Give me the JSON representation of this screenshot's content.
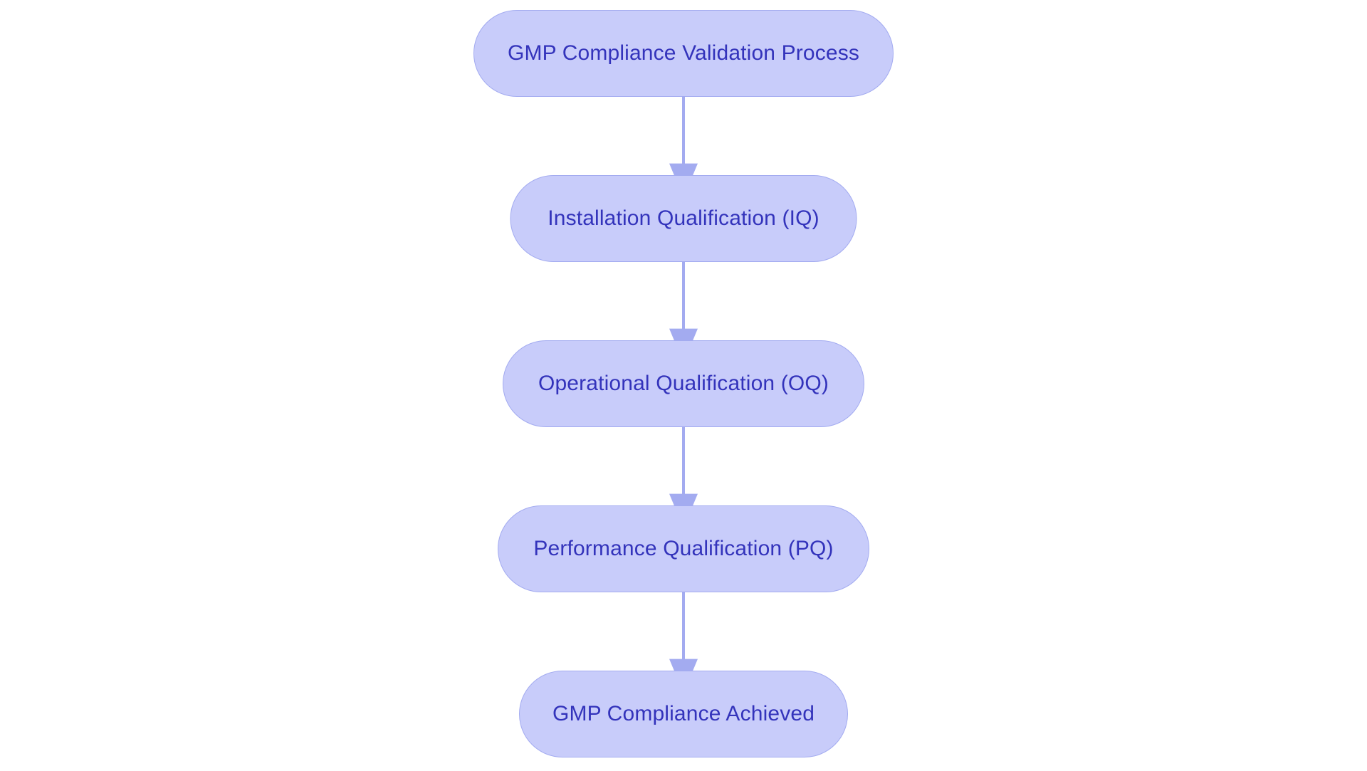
{
  "diagram": {
    "title": "GMP Compliance Validation Process",
    "type": "flowchart",
    "orientation": "top-to-bottom",
    "background_color": "#ffffff",
    "node_fill_color": "#c8ccfa",
    "node_border_color": "#a3abf0",
    "node_text_color": "#3333bb",
    "connector_color": "#a3abf0",
    "nodes": [
      {
        "id": "n0",
        "label": "GMP Compliance Validation Process",
        "shape": "stadium"
      },
      {
        "id": "n1",
        "label": "Installation Qualification (IQ)",
        "shape": "stadium"
      },
      {
        "id": "n2",
        "label": "Operational Qualification (OQ)",
        "shape": "stadium"
      },
      {
        "id": "n3",
        "label": "Performance Qualification (PQ)",
        "shape": "stadium"
      },
      {
        "id": "n4",
        "label": "GMP Compliance Achieved",
        "shape": "stadium"
      }
    ],
    "edges": [
      {
        "from": "n0",
        "to": "n1",
        "label": "",
        "arrow": "single"
      },
      {
        "from": "n1",
        "to": "n2",
        "label": "",
        "arrow": "single"
      },
      {
        "from": "n2",
        "to": "n3",
        "label": "",
        "arrow": "single"
      },
      {
        "from": "n3",
        "to": "n4",
        "label": "",
        "arrow": "single"
      }
    ]
  }
}
